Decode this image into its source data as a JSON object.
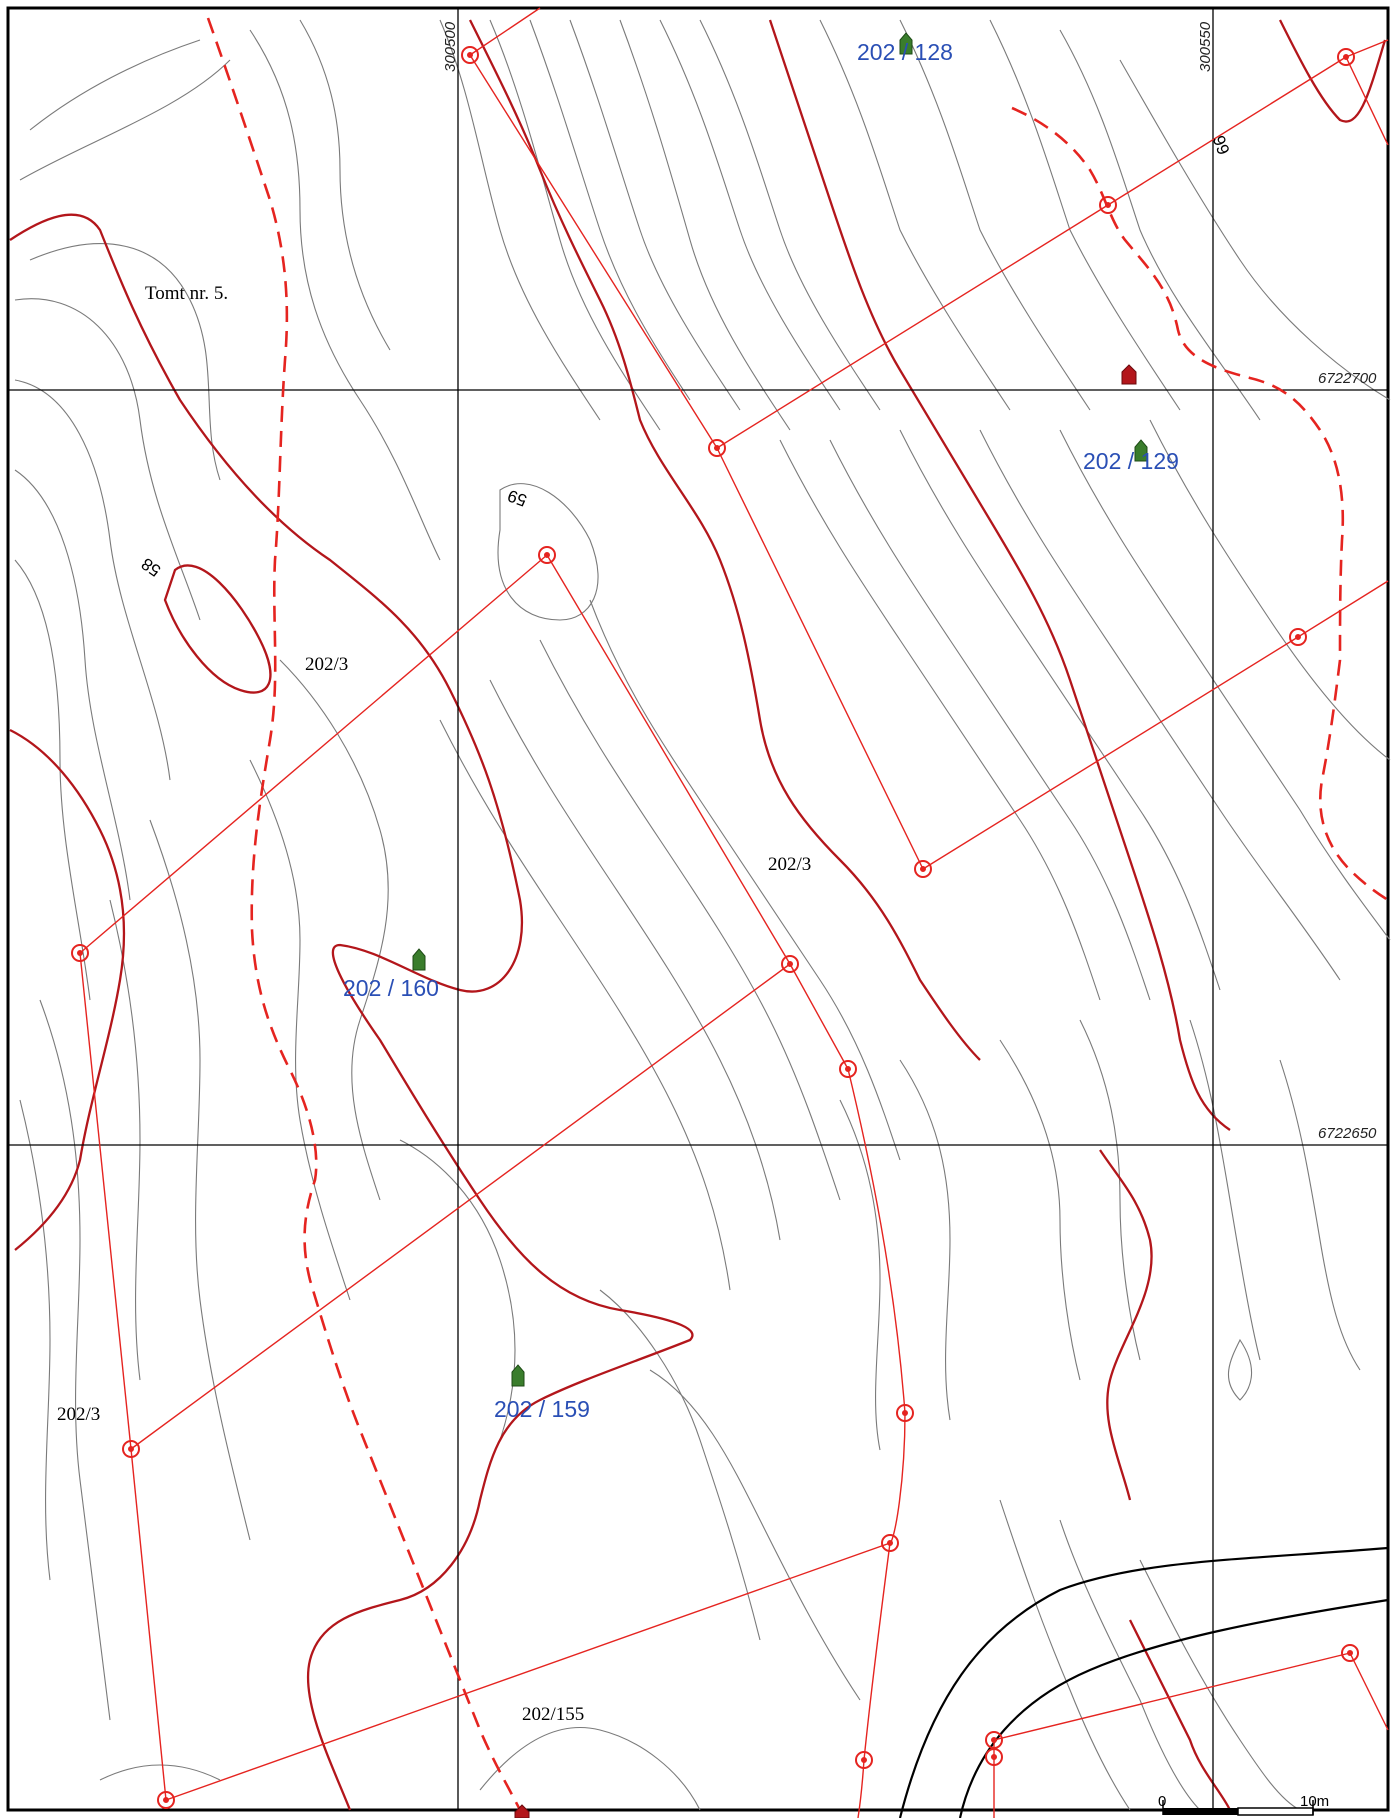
{
  "grid": {
    "easting": [
      "300500",
      "300550"
    ],
    "northing": [
      "6722700",
      "6722650"
    ]
  },
  "plot_labels": {
    "tomt": "Tomt nr. 5.",
    "parcel_a": "202/3",
    "parcel_b": "202/3",
    "parcel_c": "202/3",
    "parcel_d": "202/155"
  },
  "property_numbers": {
    "p128": "202 / 128",
    "p129": "202 / 129",
    "p160": "202 / 160",
    "p159": "202 / 159"
  },
  "contour_labels": {
    "c58": "58",
    "c59": "59",
    "c66": "66"
  },
  "scale_bar": {
    "start": "0",
    "end": "10m"
  },
  "colors": {
    "contour_minor": "#7a7a7a",
    "contour_major": "#b3161b",
    "boundary": "#e52420",
    "property_text": "#2a4fb5",
    "marker_green": "#3a7d2c",
    "marker_red": "#b3161b"
  }
}
